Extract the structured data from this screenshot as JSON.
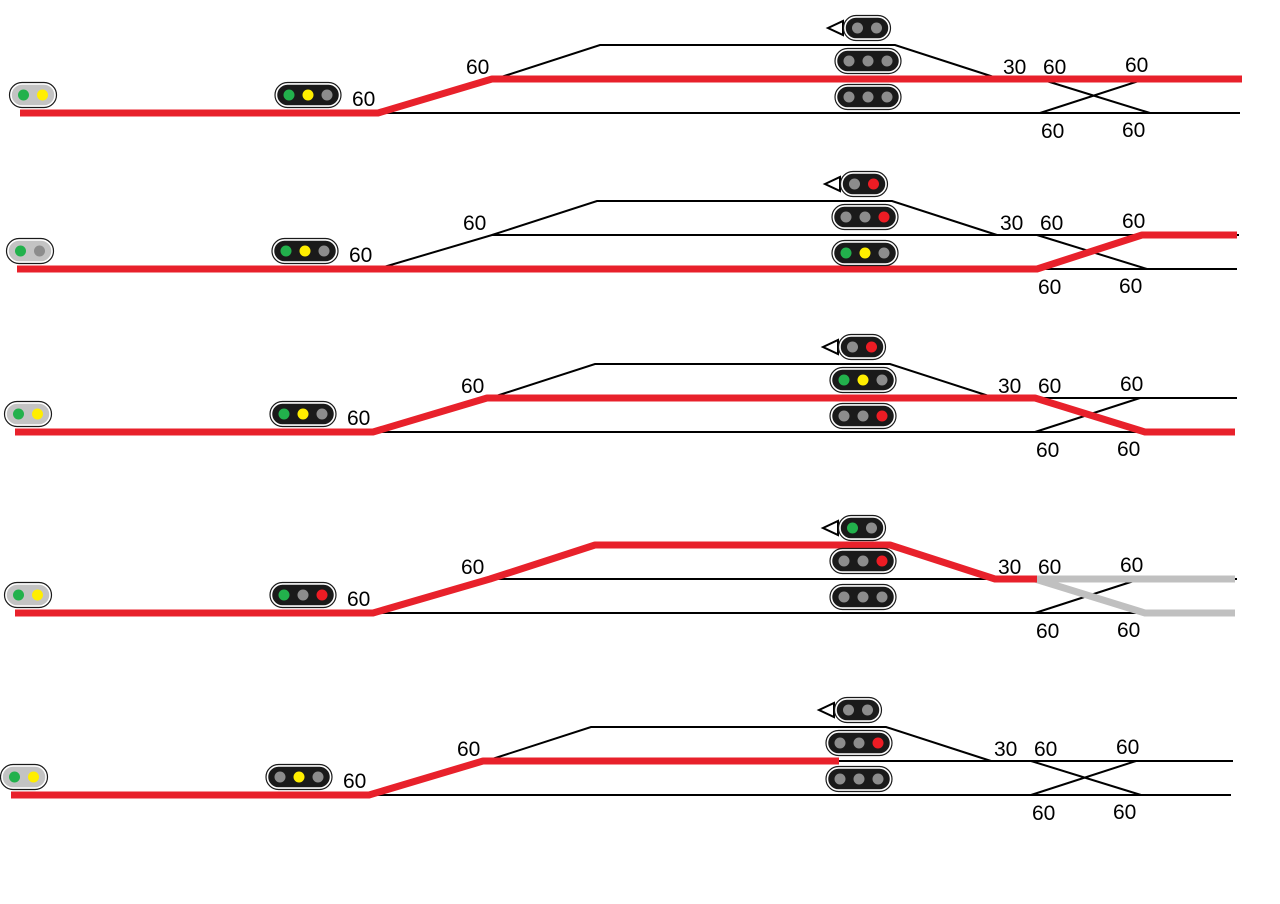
{
  "colors": {
    "route_red": "#e8212b",
    "route_grey": "#c0c0c0",
    "track": "#000000",
    "lamp_green": "#22b14c",
    "lamp_yellow": "#ffee00",
    "lamp_red": "#ed1c24",
    "lamp_off": "#8c8c8c",
    "distant_body": "#c3c3c3",
    "main_body": "#1a1a1a"
  },
  "speed_labels": {
    "entry": "60",
    "turnout": "60",
    "siding_exit": "30",
    "cross_top_left": "60",
    "cross_top_right": "60",
    "cross_bottom_left": "60",
    "cross_bottom_right": "60"
  },
  "scenarios": [
    {
      "distant": [
        "green",
        "yellow"
      ],
      "entry_signal": [
        "green",
        "yellow",
        "off"
      ],
      "siding_signal": [
        "off",
        "off"
      ],
      "upper_exit": [
        "off",
        "off",
        "off"
      ],
      "lower_exit": [
        "off",
        "off",
        "off"
      ],
      "route": "upper_straight_through"
    },
    {
      "distant": [
        "green",
        "off"
      ],
      "entry_signal": [
        "green",
        "yellow",
        "off"
      ],
      "siding_signal": [
        "off",
        "red"
      ],
      "upper_exit": [
        "off",
        "off",
        "red"
      ],
      "lower_exit": [
        "green",
        "yellow",
        "off"
      ],
      "route": "lower_crossover_to_upper"
    },
    {
      "distant": [
        "green",
        "yellow"
      ],
      "entry_signal": [
        "green",
        "yellow",
        "off"
      ],
      "siding_signal": [
        "off",
        "red"
      ],
      "upper_exit": [
        "green",
        "yellow",
        "off"
      ],
      "lower_exit": [
        "off",
        "off",
        "red"
      ],
      "route": "upper_crossover_to_lower"
    },
    {
      "distant": [
        "green",
        "yellow"
      ],
      "entry_signal": [
        "green",
        "off",
        "red"
      ],
      "siding_signal": [
        "green",
        "off"
      ],
      "upper_exit": [
        "off",
        "off",
        "red"
      ],
      "lower_exit": [
        "off",
        "off",
        "off"
      ],
      "route": "siding_route"
    },
    {
      "distant": [
        "green",
        "yellow"
      ],
      "entry_signal": [
        "off",
        "yellow",
        "off"
      ],
      "siding_signal": [
        "off",
        "off"
      ],
      "upper_exit": [
        "off",
        "off",
        "red"
      ],
      "lower_exit": [
        "off",
        "off",
        "off"
      ],
      "route": "upper_to_stop"
    }
  ]
}
